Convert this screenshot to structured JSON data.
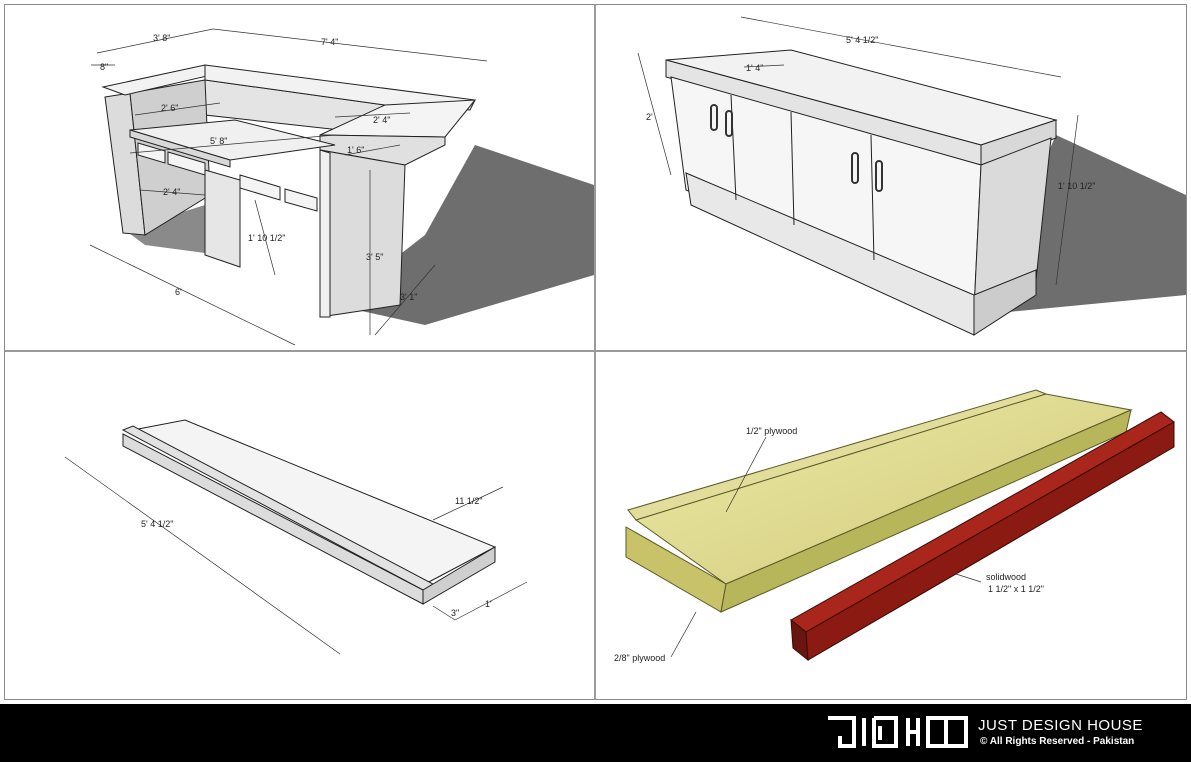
{
  "panels": {
    "reception_desk": {
      "dimensions": [
        "3' 8\"",
        "7' 4\"",
        "8\"",
        "2' 6\"",
        "2' 4\"",
        "5' 8\"",
        "1' 6\"",
        "2' 4\"",
        "1' 10 1/2\"",
        "3' 5\"",
        "6'",
        "3' 1\""
      ]
    },
    "cabinet": {
      "dimensions": [
        "5' 4 1/2\"",
        "1' 4\"",
        "2'",
        "1' 10 1/2\""
      ]
    },
    "shelf": {
      "dimensions": [
        "5' 4 1/2\"",
        "11 1/2\"",
        "3\"",
        "1'"
      ]
    },
    "shelf_materials": {
      "labels": [
        "1/2\" plywood",
        "solidwood",
        "1 1/2\" x 1 1/2\"",
        "2/8\" plywood"
      ]
    }
  },
  "footer": {
    "brand_name": "JUST DESIGN HOUSE",
    "rights": "© All Rights Reserved - Pakistan"
  },
  "colors": {
    "footer_bg": "#000000",
    "wood_light": "#d9d58a",
    "wood_edge": "#b8b65a",
    "solidwood": "#8a1a12",
    "shadow": "#6e6e6e"
  }
}
